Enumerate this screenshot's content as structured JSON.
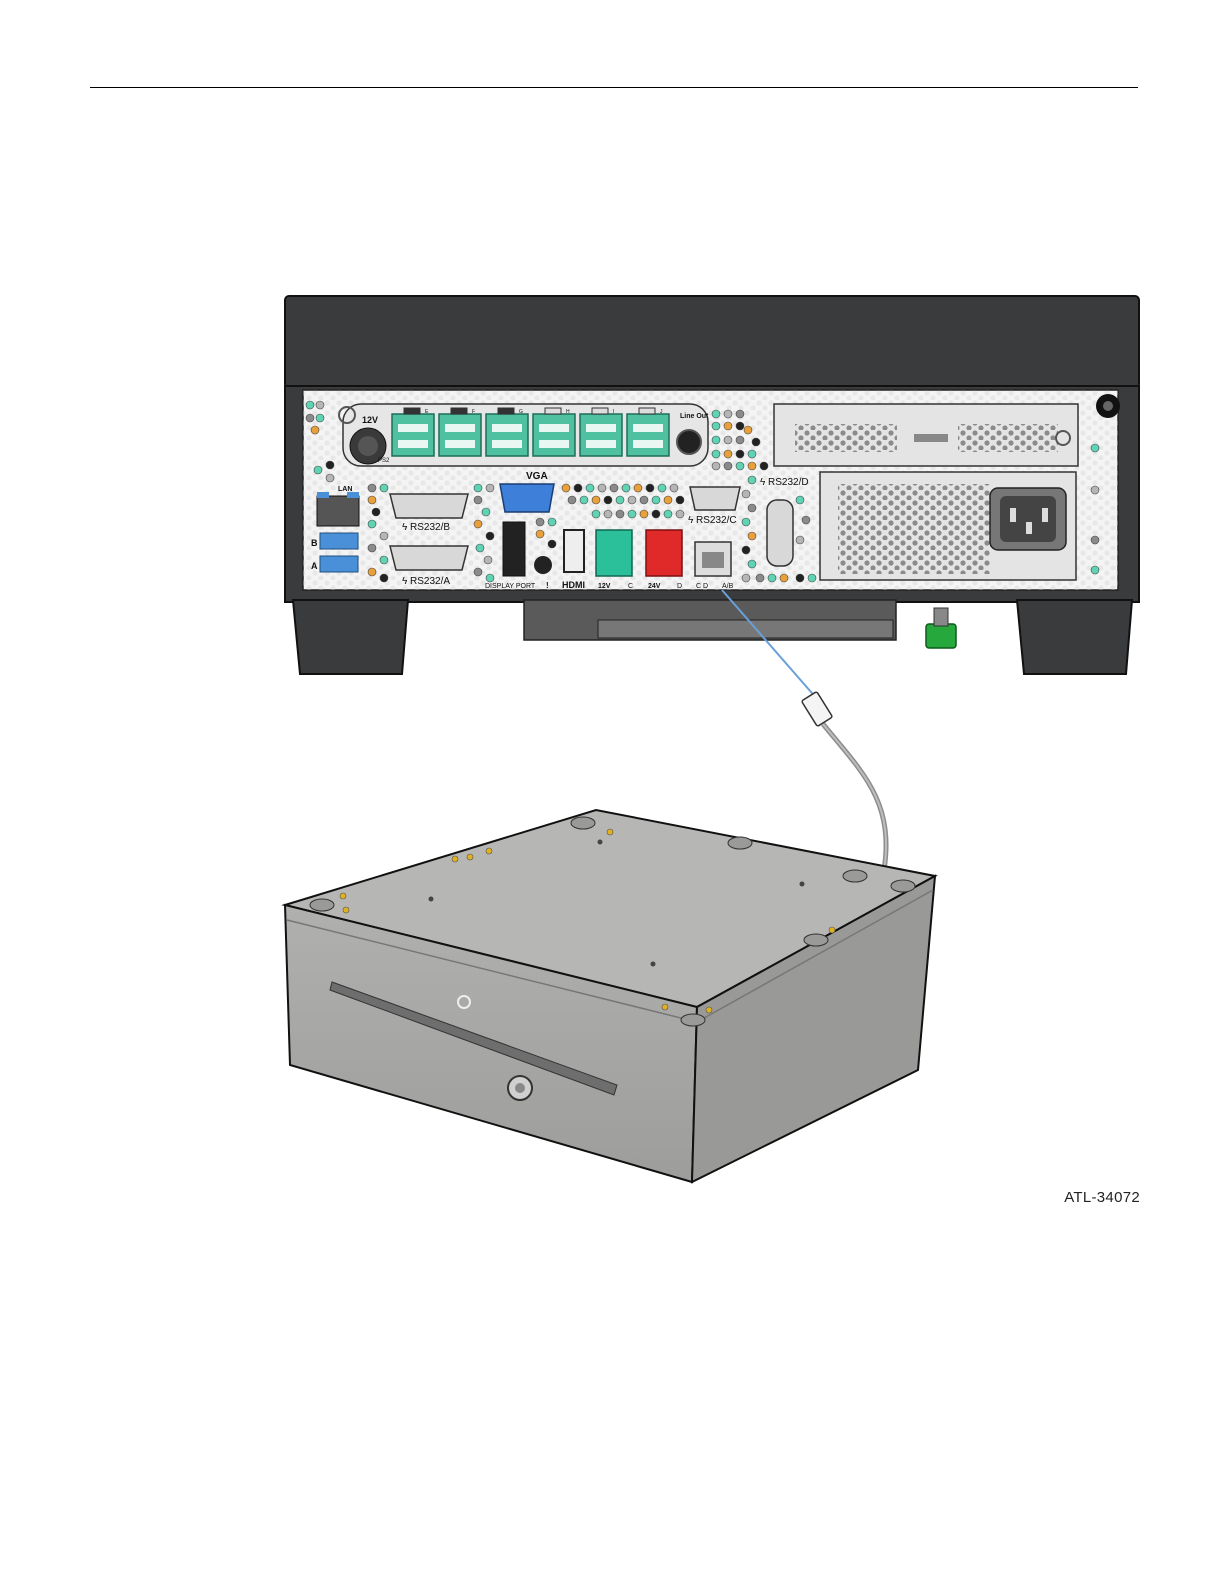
{
  "figure_ref": "ATL-34072",
  "colors": {
    "chassis": "#3a3b3d",
    "panel": "#f2f2f2",
    "usb_green": "#4fc0a0",
    "vga_blue": "#3d7fd9",
    "power12v_green": "#2bbf9a",
    "power24v_red": "#e02a2a",
    "usb3_blue": "#4a90d9",
    "drawer_gray": "#a8a8a6",
    "thumbscrew_green": "#26a83d"
  },
  "labels": {
    "v12_top": "12V",
    "ps2": "PS2",
    "line_out": "Line Out",
    "lan": "LAN",
    "usb_b": "B",
    "usb_a": "A",
    "vga": "VGA",
    "rs232b": "RS232/B",
    "rs232a": "RS232/A",
    "rs232c": "RS232/C",
    "rs232d": "RS232/D",
    "display_port": "DISPLAY PORT",
    "exclam": "!",
    "hdmi": "HDMI",
    "pu12v": "12V",
    "pu_c": "C",
    "pu24v": "24V",
    "pu_d": "D",
    "cd": "C D",
    "ab": "A/B",
    "usb_top": [
      "E",
      "F",
      "G",
      "H",
      "I",
      "J"
    ]
  }
}
